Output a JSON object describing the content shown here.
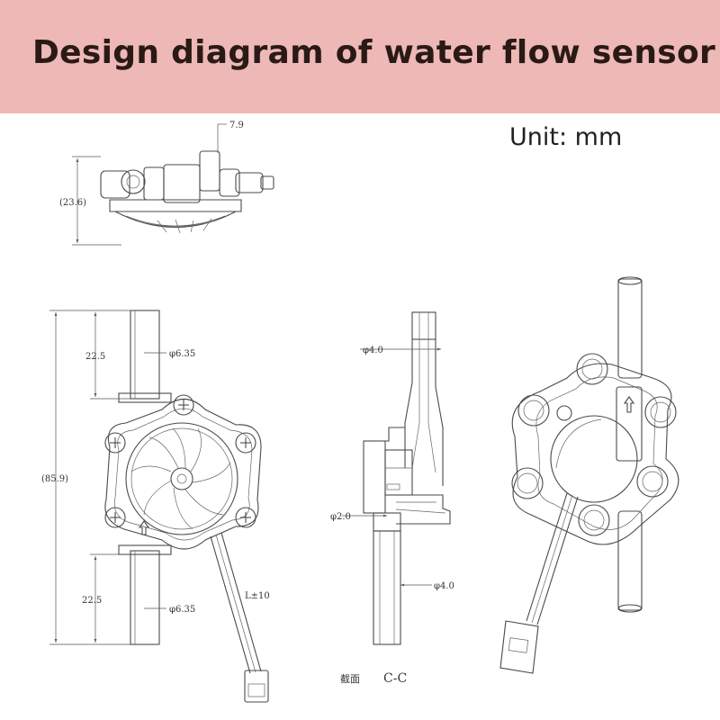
{
  "header": {
    "title": "Design diagram of water flow sensor",
    "background_color": "#edb8b5",
    "title_color": "#2a1a16"
  },
  "unit_label": "Unit: mm",
  "top_view": {
    "dim_width": "7.9",
    "dim_height": "(23.6)"
  },
  "front_view": {
    "dim_total": "(85.9)",
    "dim_top_pipe": "22.5",
    "dim_bottom_pipe": "22.5",
    "dim_top_diameter": "φ6.35",
    "dim_bottom_diameter": "φ6.35",
    "dim_cable": "L±10"
  },
  "section_view": {
    "dim_inlet": "φ4.0",
    "dim_orifice": "φ2.0",
    "dim_outlet": "φ4.0",
    "caption_prefix": "截面",
    "caption_label": "C-C"
  },
  "icons": [
    "flow-arrow-icon",
    "screw-icon",
    "impeller-icon",
    "connector-icon"
  ]
}
